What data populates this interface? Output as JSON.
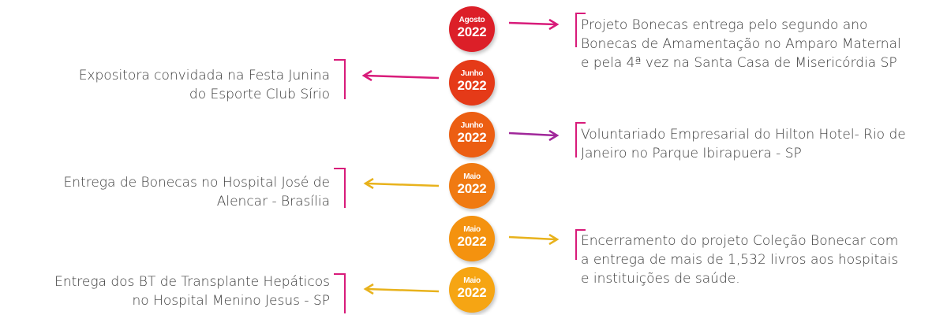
{
  "colors": {
    "magenta": "#d81b7a",
    "purple": "#a0279a",
    "gold": "#e8b21c",
    "badge_red": "#dc1f28",
    "badge_red_orange": "#e53a18",
    "badge_orange": "#ec5e12",
    "badge_orange_light": "#f07a12",
    "badge_amber": "#f4920f",
    "badge_yellow": "#f6a513"
  },
  "events": [
    {
      "month": "Agosto",
      "year": "2022",
      "lines": [
        "Projeto Bonecas entrega pelo segundo ano",
        "Bonecas de Amamentação no Amparo Maternal",
        "e pela 4ª vez na Santa Casa de Misericórdia SP"
      ]
    },
    {
      "month": "Junho",
      "year": "2022",
      "lines": [
        "Expositora convidada  na Festa Junina",
        "do Esporte Club Sírio"
      ]
    },
    {
      "month": "Junho",
      "year": "2022",
      "lines": [
        "Voluntariado Empresarial do Hilton Hotel- Rio de",
        "Janeiro no Parque Ibirapuera - SP"
      ]
    },
    {
      "month": "Maio",
      "year": "2022",
      "lines": [
        "Entrega de Bonecas no Hospital José de",
        "Alencar - Brasília"
      ]
    },
    {
      "month": "Maio",
      "year": "2022",
      "lines": [
        "Encerramento do projeto Coleção Bonecar com",
        "a entrega de mais de 1,532 livros aos hospitais",
        "e instituições de saúde."
      ]
    },
    {
      "month": "Maio",
      "year": "2022",
      "lines": [
        "Entrega dos BT de Transplante Hepáticos",
        "no Hospital Menino Jesus - SP"
      ]
    }
  ]
}
